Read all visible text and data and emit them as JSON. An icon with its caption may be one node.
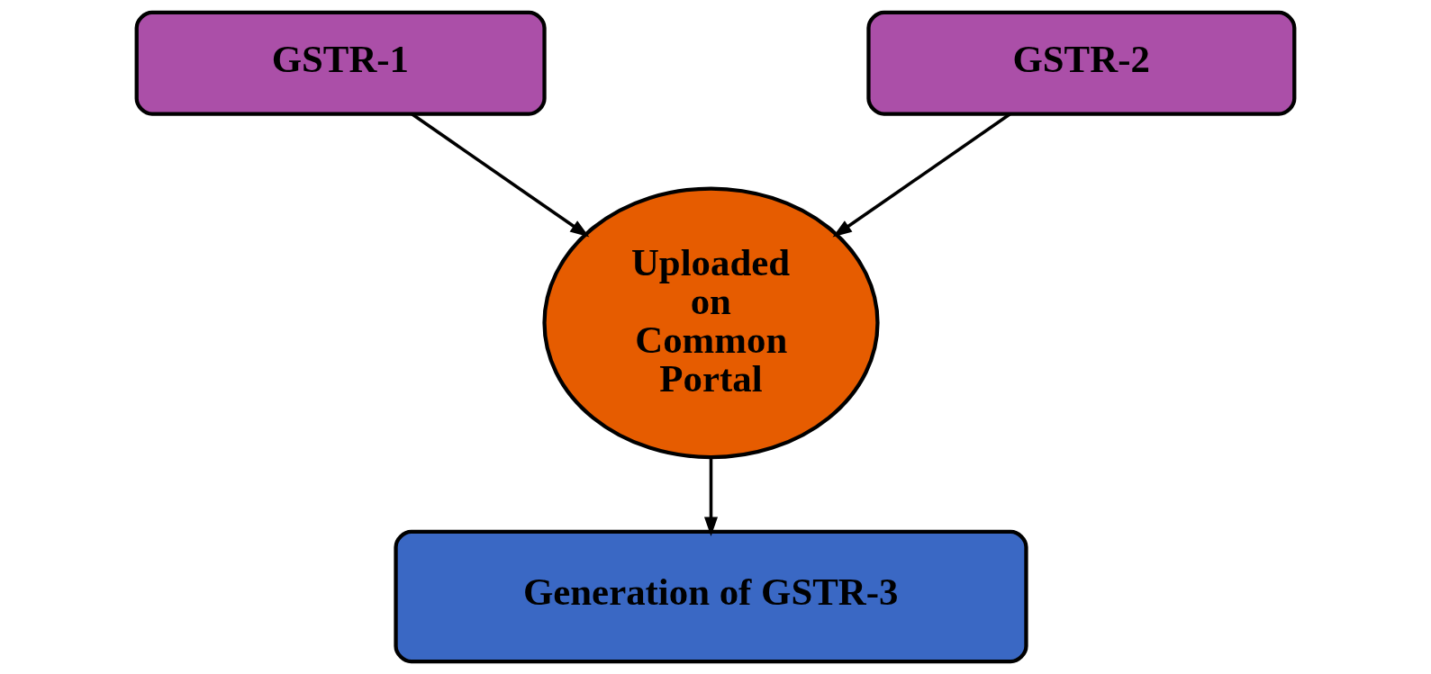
{
  "diagram": {
    "nodes": [
      {
        "text": [
          "GSTR-1"
        ]
      },
      {
        "text": [
          "GSTR-2"
        ]
      },
      {
        "text": [
          "Uploaded on Common Portal"
        ]
      },
      {
        "text": [
          "Generation of GSTR-3"
        ]
      }
    ],
    "edges": [
      {
        "from": 0,
        "to": 2,
        "arrow": "to"
      },
      {
        "from": 1,
        "to": 2,
        "arrow": "to"
      },
      {
        "from": 2,
        "to": 3,
        "arrow": "to"
      }
    ]
  }
}
